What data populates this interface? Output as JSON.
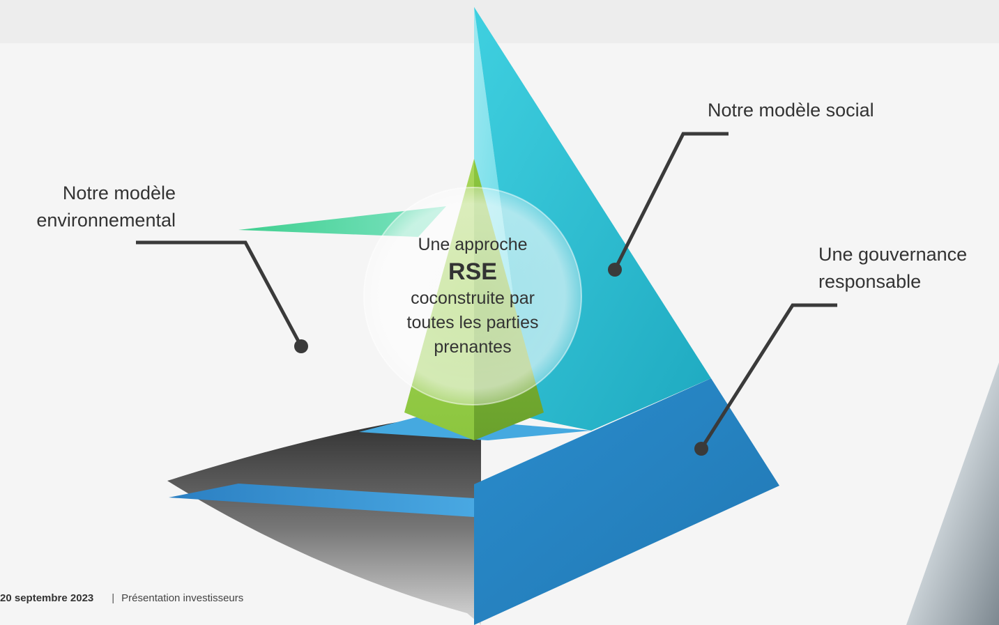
{
  "labels": {
    "environmental_line1": "Notre modèle",
    "environmental_line2": "environnemental",
    "social": "Notre modèle social",
    "governance_line1": "Une gouvernance",
    "governance_line2": "responsable"
  },
  "center": {
    "line1": "Une approche",
    "highlight": "RSE",
    "line2": "coconstruite par",
    "line3": "toutes les parties",
    "line4": "prenantes"
  },
  "footer": {
    "date": "20 septembre 2023",
    "separator": "|",
    "title": "Présentation investisseurs"
  },
  "colors": {
    "cyan": "#35c6d8",
    "green": "#8cc63f",
    "teal": "#3fc9a0",
    "blue": "#2a8cc8",
    "text": "#333333"
  }
}
